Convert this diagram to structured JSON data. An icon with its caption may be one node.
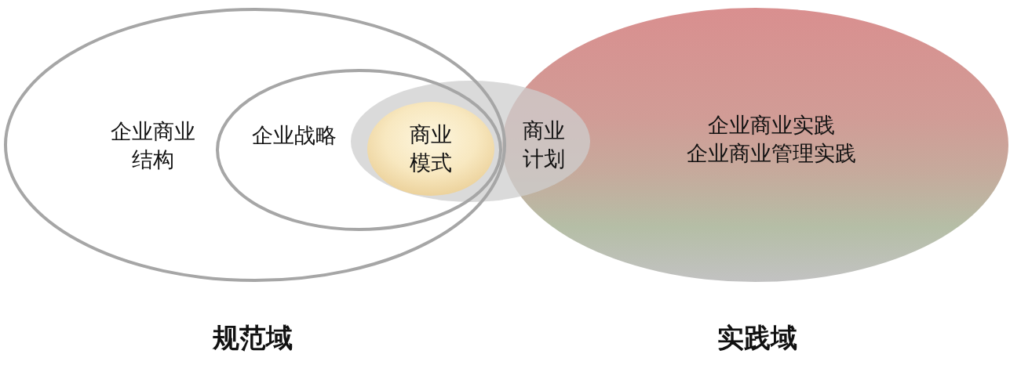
{
  "diagram": {
    "nodes": [
      {
        "text": [
          "企业商业结构"
        ]
      },
      {
        "text": [
          "企业战略"
        ],
        "in": 0
      },
      {
        "text": [
          "商业计划"
        ]
      },
      {
        "text": [
          "商业模式"
        ]
      },
      {
        "text": [
          "企业商业实践",
          "企业商业管理实践"
        ]
      }
    ],
    "labels": [
      "规范域",
      "实践域"
    ]
  }
}
